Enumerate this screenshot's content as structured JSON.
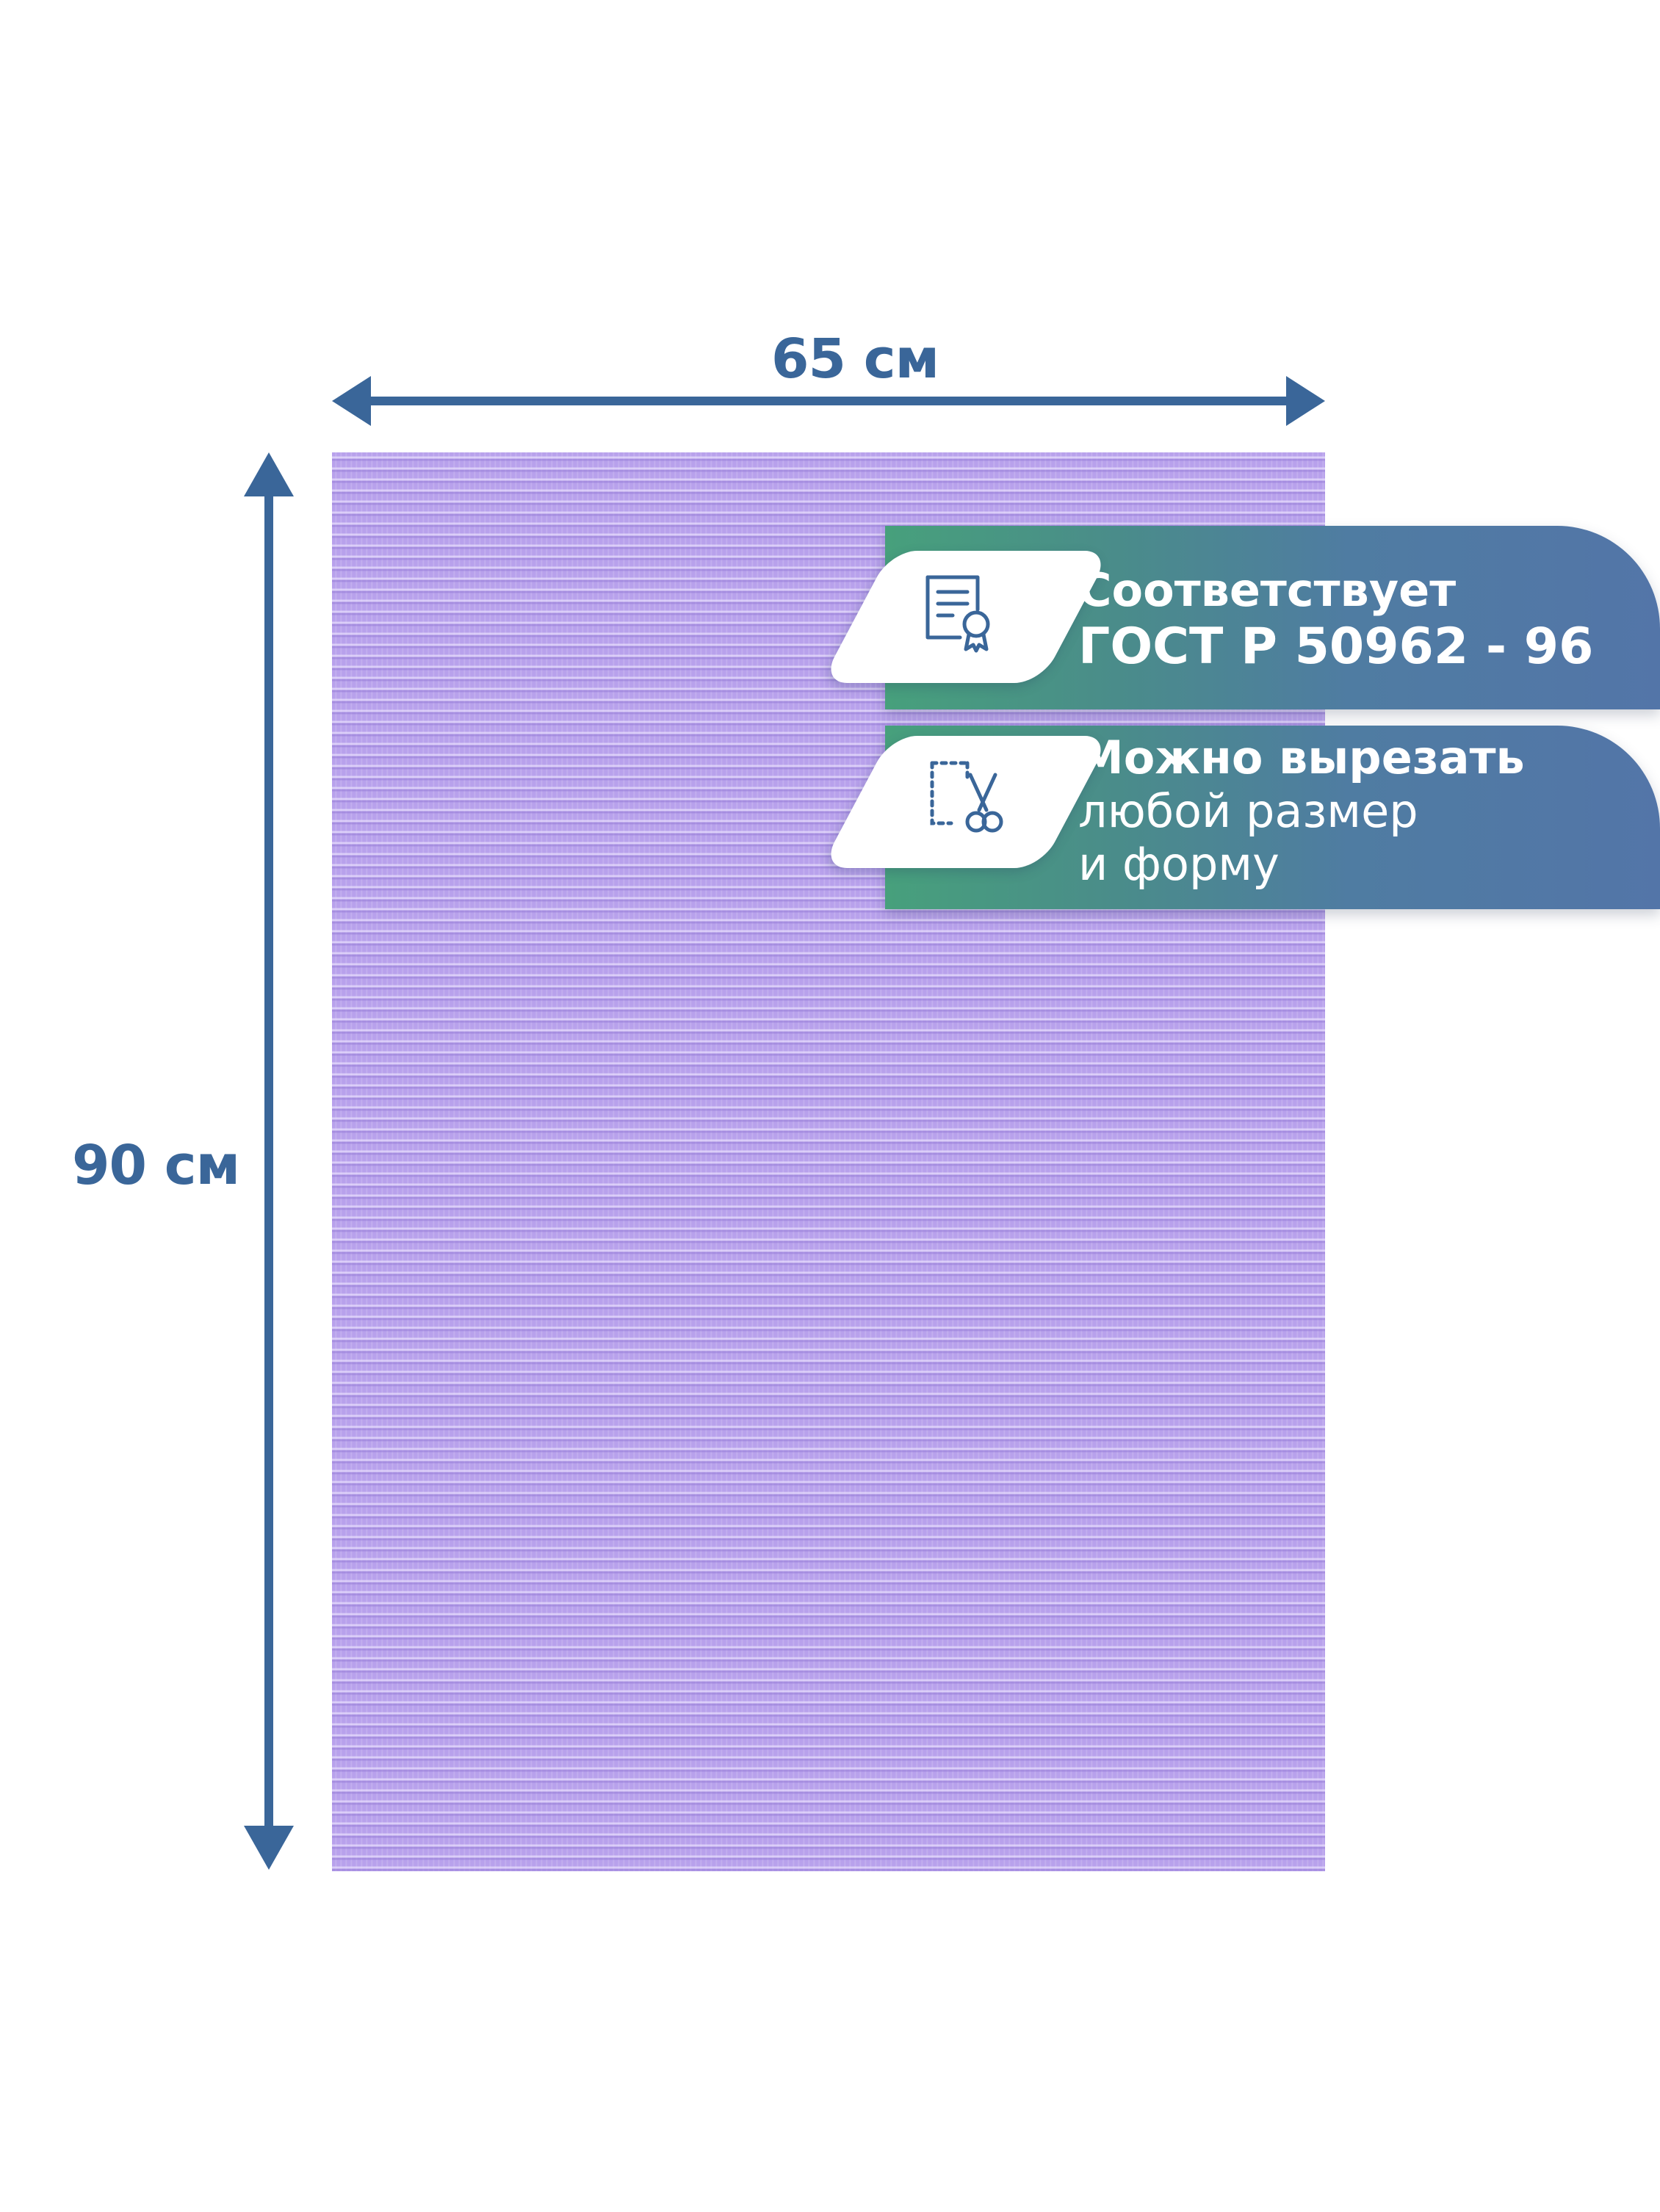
{
  "dimensions": {
    "width_label": "65 см",
    "height_label": "90 см",
    "arrow_color": "#3a6699"
  },
  "product": {
    "mat_color": "#b8a1ec"
  },
  "badges": {
    "gost": {
      "icon": "certificate-icon",
      "line1": "Соответствует",
      "line2": "ГОСТ Р 50962 - 96"
    },
    "cut": {
      "icon": "scissors-cut-icon",
      "line1": "Можно вырезать",
      "line2": "любой размер",
      "line3": "и форму"
    }
  }
}
